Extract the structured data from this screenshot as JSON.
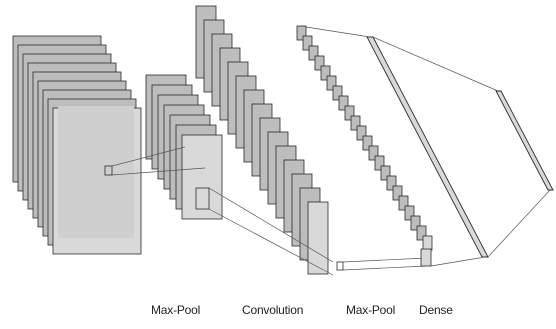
{
  "labels": {
    "maxpool_1": "Max-Pool",
    "convolution": "Convolution",
    "maxpool_2": "Max-Pool",
    "dense": "Dense"
  },
  "layers": [
    {
      "id": "input",
      "slices": 9
    },
    {
      "id": "maxpool-1",
      "slices": 7
    },
    {
      "id": "convolution",
      "slices": 15
    },
    {
      "id": "maxpool-2",
      "slices": 22
    },
    {
      "id": "dense-1"
    },
    {
      "id": "dense-2"
    }
  ],
  "colors": {
    "slice_fill": "#d9d9d9",
    "slice_back_fill": "#bdbdbd",
    "inner_fill": "#cfcfcf",
    "stroke": "#2a2a2a",
    "link_stroke": "#555555"
  }
}
